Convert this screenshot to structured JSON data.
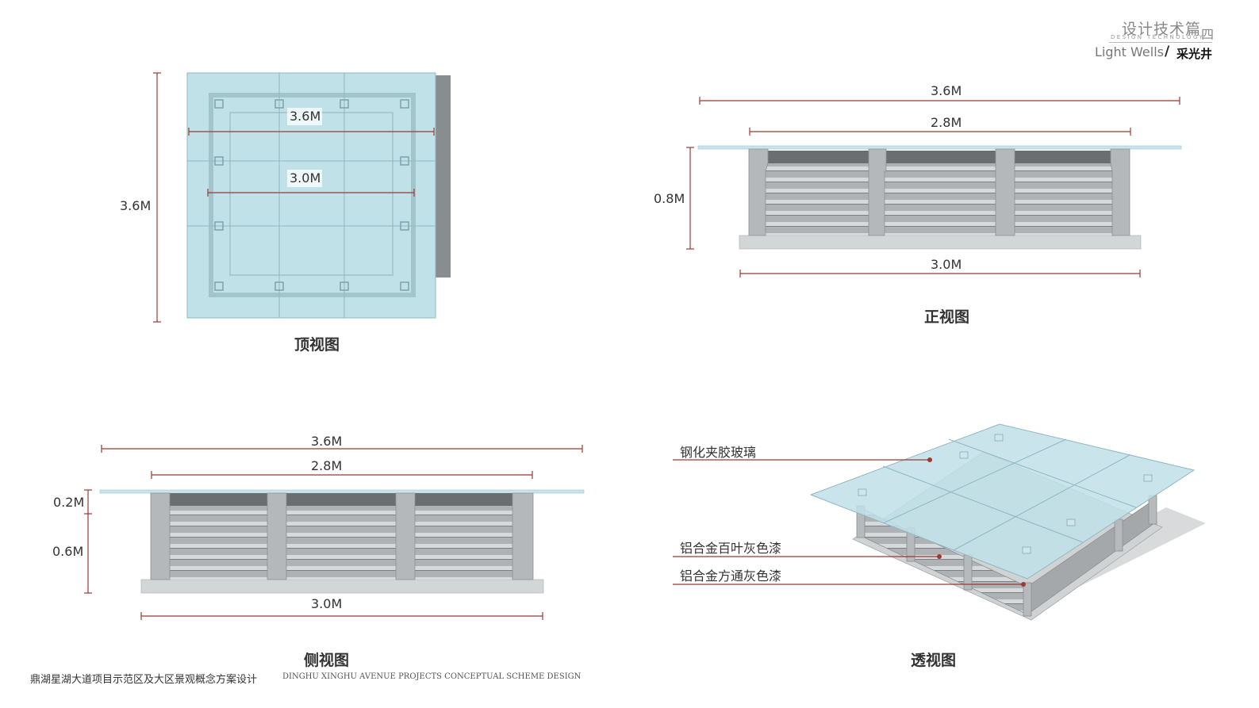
{
  "header": {
    "chapter_cn": "设计技术篇",
    "chapter_num": "四",
    "chapter_en": "DESIGN TECHNOLOGY",
    "section_en": "Light Wells",
    "separator": "/",
    "section_cn": "采光井"
  },
  "views": {
    "top": {
      "caption": "顶视图",
      "dim_width_outer": "3.6M",
      "dim_width_inner": "3.0M",
      "dim_height": "3.6M"
    },
    "front": {
      "caption": "正视图",
      "dim_top": "3.6M",
      "dim_mid": "2.8M",
      "dim_height": "0.8M",
      "dim_base": "3.0M"
    },
    "side": {
      "caption": "侧视图",
      "dim_top": "3.6M",
      "dim_mid": "2.8M",
      "dim_upper": "0.2M",
      "dim_lower": "0.6M",
      "dim_base": "3.0M"
    },
    "perspective": {
      "caption": "透视图",
      "callouts": [
        "钢化夹胶玻璃",
        "铝合金百叶灰色漆",
        "铝合金方通灰色漆"
      ]
    }
  },
  "footer": {
    "project_cn": "鼎湖星湖大道项目示范区及大区景观概念方案设计",
    "project_en": "DINGHU XINGHU AVENUE PROJECTS CONCEPTUAL SCHEME DESIGN"
  },
  "colors": {
    "dimension_line": "#9a3b34",
    "glass": "#b8dde6",
    "metal": "#b4b8ba",
    "metal_dark": "#6a6e70"
  }
}
